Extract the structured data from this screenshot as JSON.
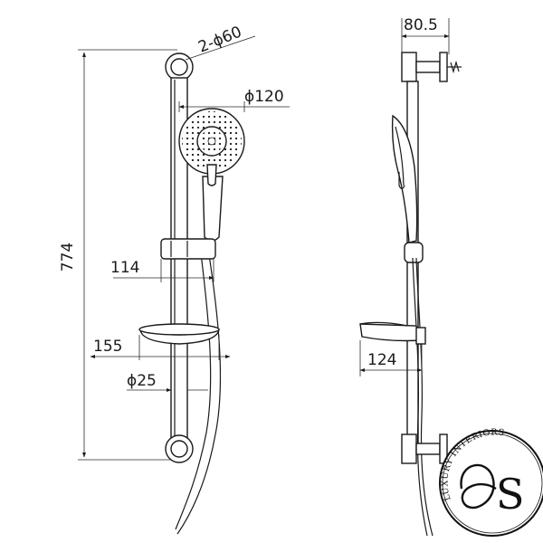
{
  "drawing": {
    "front_view": {
      "dimensions": {
        "bracket_diameter": "2-ϕ60",
        "head_diameter": "ϕ120",
        "overall_height": "774",
        "holder_offset": "114",
        "dish_width": "155",
        "rail_diameter": "ϕ25"
      }
    },
    "side_view": {
      "dimensions": {
        "wall_projection": "80.5",
        "dish_depth": "124"
      }
    },
    "logo": {
      "text": "LUXURY INTERIORS",
      "monogram": "S"
    }
  }
}
